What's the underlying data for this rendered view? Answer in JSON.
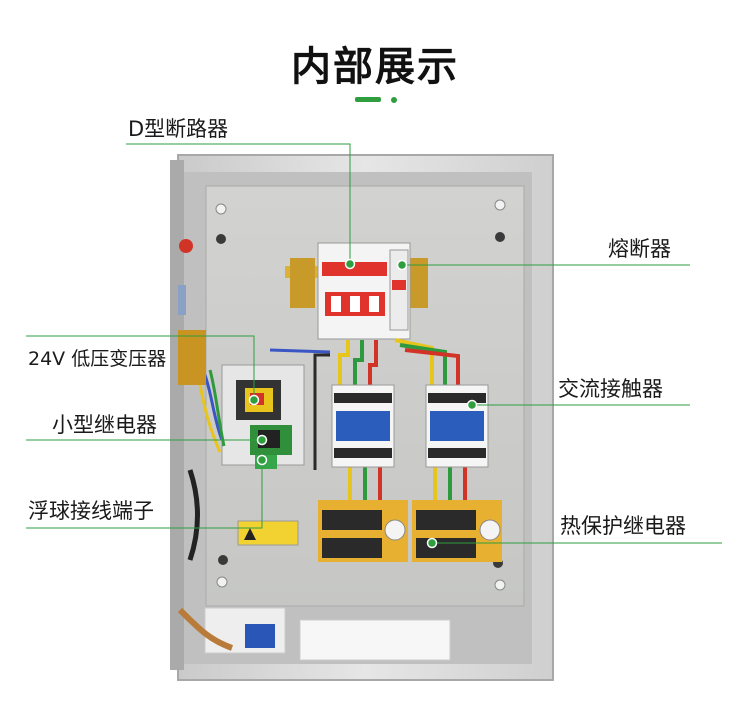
{
  "title": "内部展示",
  "labels": {
    "breaker": "D型断路器",
    "fuse": "熔断器",
    "transformer": "24V 低压变压器",
    "relay": "小型继电器",
    "contactor": "交流接触器",
    "float_terminal": "浮球接线端子",
    "thermal_relay": "热保护继电器"
  },
  "colors": {
    "accent": "#2e9e3e",
    "leader_line": "#2e9e3e",
    "cabinet": "#d9d9d9",
    "panel": "#cfd0cf",
    "breaker_red": "#e0332b"
  }
}
